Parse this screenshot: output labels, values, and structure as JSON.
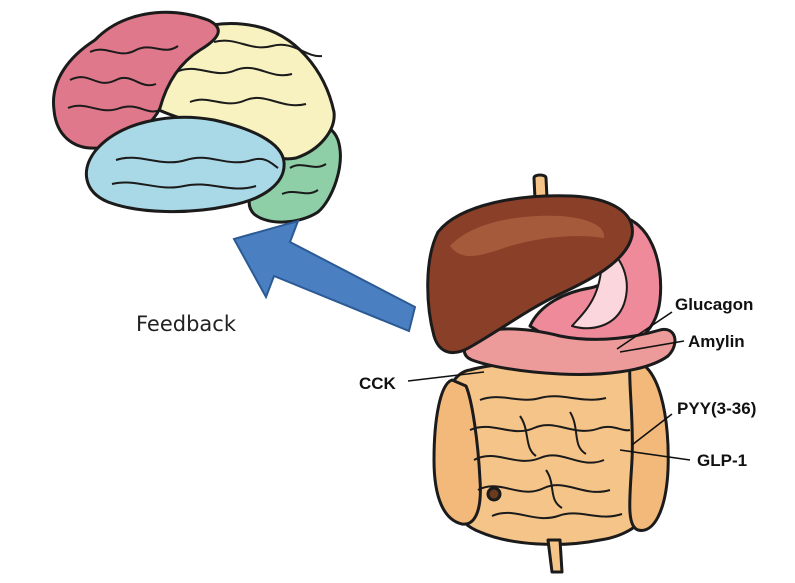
{
  "labels": {
    "feedback": "Feedback",
    "glucagon": "Glucagon",
    "amylin": "Amylin",
    "cck": "CCK",
    "pyy": "PYY(3-36)",
    "glp1": "GLP-1"
  },
  "colors": {
    "frontal_lobe": "#e0788c",
    "parietal_lobe": "#f7f2c0",
    "temporal_lobe": "#a9d8e6",
    "occipital_lobe": "#8fcfa8",
    "liver": "#8a3f28",
    "stomach": "#ef8a9a",
    "intestine": "#f5c489",
    "arrow": "#4a7fc1"
  }
}
